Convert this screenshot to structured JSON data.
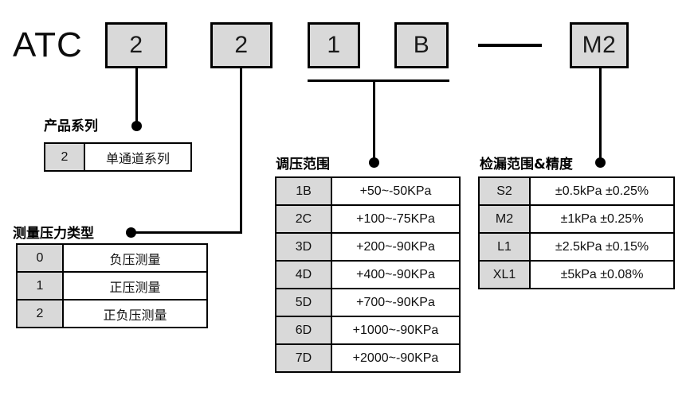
{
  "model": {
    "prefix": "ATC",
    "segments": [
      {
        "name": "product-series-code",
        "value": "2"
      },
      {
        "name": "pressure-type-code",
        "value": "2"
      },
      {
        "name": "regulation-range-code-1",
        "value": "1"
      },
      {
        "name": "regulation-range-code-2",
        "value": "B"
      },
      {
        "name": "separator",
        "value": "—"
      },
      {
        "name": "leak-range-code",
        "value": "M2"
      }
    ]
  },
  "groups": {
    "product_series": {
      "caption": "产品系列",
      "rows": [
        {
          "code": "2",
          "desc": "单通道系列"
        }
      ]
    },
    "pressure_type": {
      "caption": "测量压力类型",
      "rows": [
        {
          "code": "0",
          "desc": "负压测量"
        },
        {
          "code": "1",
          "desc": "正压测量"
        },
        {
          "code": "2",
          "desc": "正负压测量"
        }
      ]
    },
    "regulation_range": {
      "caption": "调压范围",
      "rows": [
        {
          "code": "1B",
          "desc": "+50~-50KPa"
        },
        {
          "code": "2C",
          "desc": "+100~-75KPa"
        },
        {
          "code": "3D",
          "desc": "+200~-90KPa"
        },
        {
          "code": "4D",
          "desc": "+400~-90KPa"
        },
        {
          "code": "5D",
          "desc": "+700~-90KPa"
        },
        {
          "code": "6D",
          "desc": "+1000~-90KPa"
        },
        {
          "code": "7D",
          "desc": "+2000~-90KPa"
        }
      ]
    },
    "leak_range": {
      "caption": "检漏范围&精度",
      "rows": [
        {
          "code": "S2",
          "desc": "±0.5kPa ±0.25%"
        },
        {
          "code": "M2",
          "desc": "±1kPa ±0.25%"
        },
        {
          "code": "L1",
          "desc": "±2.5kPa ±0.15%"
        },
        {
          "code": "XL1",
          "desc": "±5kPa ±0.08%"
        }
      ]
    }
  },
  "colors": {
    "code_fill": "#d9d9d9",
    "line": "#000000",
    "background": "#ffffff"
  }
}
